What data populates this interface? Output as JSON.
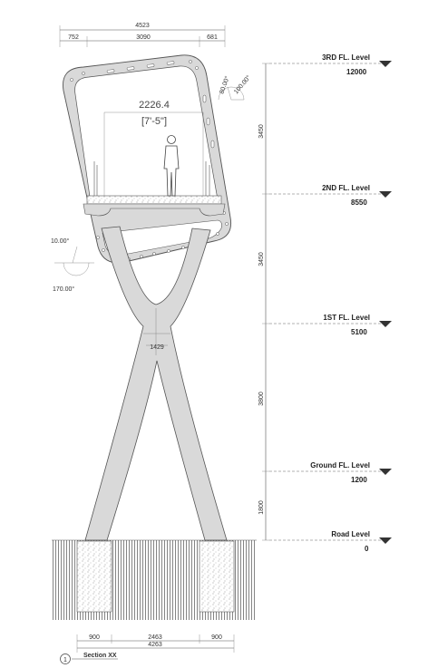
{
  "dimensions": {
    "top_total": "4523",
    "top_left": "752",
    "top_mid": "3090",
    "top_right": "681",
    "clear_width": "2226.4",
    "clear_width_imperial": "[7'-5\"]",
    "angle_top_a": "80.00°",
    "angle_top_b": "100.00°",
    "angle_left_a": "10.00°",
    "angle_left_b": "170.00°",
    "neck_width": "1429",
    "bottom_left": "900",
    "bottom_mid": "2463",
    "bottom_right": "900",
    "bottom_total": "4263",
    "vert_top": "3450",
    "vert_second": "3450",
    "vert_third": "3800",
    "vert_bottom": "1800"
  },
  "levels": [
    {
      "name": "3RD FL. Level",
      "value": "12000"
    },
    {
      "name": "2ND FL. Level",
      "value": "8550"
    },
    {
      "name": "1ST FL. Level",
      "value": "5100"
    },
    {
      "name": "Ground FL. Level",
      "value": "1200"
    },
    {
      "name": "Road Level",
      "value": "0"
    }
  ],
  "section": {
    "number": "1",
    "label": "Section XX"
  },
  "colors": {
    "concrete": "#d9d9d9",
    "line": "#555555",
    "hatch": "#666666"
  }
}
